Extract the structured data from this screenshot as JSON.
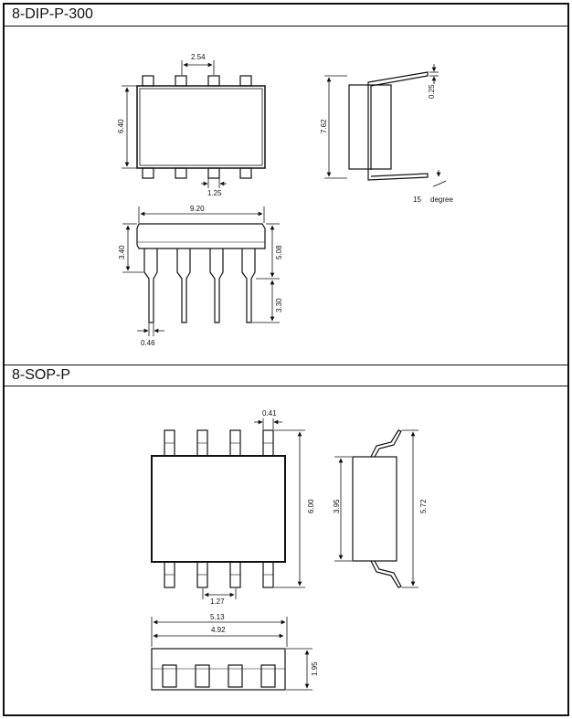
{
  "sections": [
    {
      "title": "8-DIP-P-300",
      "dims": {
        "pitch": "2.54",
        "body_width": "6.40",
        "pin_width": "1.25",
        "body_length": "9.20",
        "height_3_40": "3.40",
        "height_5_08": "5.08",
        "lead_3_30": "3.30",
        "lead_width": "0.46",
        "span": "7.62",
        "lead_thick": "0.25",
        "angle_value": "15",
        "angle_unit": "degree"
      }
    },
    {
      "title": "8-SOP-P",
      "dims": {
        "lead_width": "0.41",
        "total_width": "6.00",
        "pitch": "1.27",
        "body_width": "3.95",
        "total_width_side": "5.72",
        "length_total": "5.13",
        "length_body": "4.92",
        "height": "1.95"
      }
    }
  ]
}
